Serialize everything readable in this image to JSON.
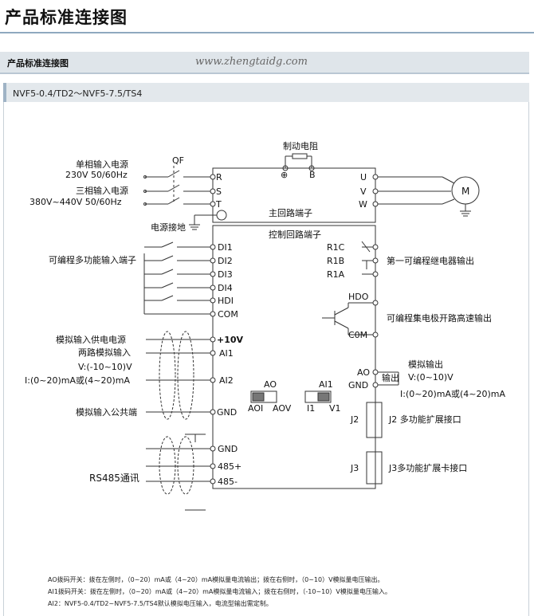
{
  "header": {
    "page_title": "产品标准连接图",
    "section_label": "产品标准连接图",
    "watermark": "www.zhengtaidg.com",
    "model_label": "NVF5-0.4/TD2～NVF5-7.5/TS4"
  },
  "diagram": {
    "brake_resistor": "制动电阻",
    "brake_b": "B",
    "brake_plus": "⊕",
    "qf": "QF",
    "single_phase_1": "单相输入电源",
    "single_phase_2": "230V 50/60Hz",
    "three_phase_1": "三相输入电源",
    "three_phase_2": "380V~440V 50/60Hz",
    "term_r": "R",
    "term_s": "S",
    "term_t": "T",
    "term_u": "U",
    "term_v": "V",
    "term_w": "W",
    "motor": "M",
    "main_circuit": "主回路端子",
    "power_ground": "电源接地",
    "control_circuit": "控制回路端子",
    "multi_input": "可编程多功能输入端子",
    "di1": "DI1",
    "di2": "DI2",
    "di3": "DI3",
    "di4": "DI4",
    "hdi": "HDI",
    "com": "COM",
    "r1c": "R1C",
    "r1b": "R1B",
    "r1a": "R1A",
    "relay_out": "第一可编程继电器输出",
    "hdo": "HDO",
    "com2": "C0M",
    "hs_out": "可编程集电极开路高速输出",
    "analog_supply": "模拟输入供电电源",
    "p10v": "+10V",
    "ai1": "AI1",
    "ai2": "AI2",
    "gnd": "GND",
    "two_analog": "两路模拟输入",
    "two_analog_v": "V:(-10~10)V",
    "two_analog_i": "I:(0~20)mA或(4~20)mA",
    "analog_common": "模拟输入公共端",
    "ao": "AO",
    "ao_sw": "AO",
    "aoi": "AOI",
    "aov": "AOV",
    "ai1_sw": "AI1",
    "i1": "I1",
    "v1": "V1",
    "analog_output": "模拟输出",
    "output_word": "输出",
    "ao_v": "V:(0~10)V",
    "ao_i": "I:(0~20)mA或(4~20)mA",
    "j2": "J2",
    "j2_desc": "J2 多功能扩展接口",
    "j3": "J3",
    "j3_desc": "J3多功能扩展卡接口",
    "gnd2": "GND",
    "p485p": "485+",
    "p485n": "485-",
    "rs485": "RS485通讯"
  },
  "notes": [
    "AO拨码开关：拨在左侧时，（0~20）mA或（4~20）mA模拟量电流输出；拨在右侧时，（0~10）V模拟量电压输出。",
    "AI1拨码开关：拨在左侧时，（0~20）mA或（4~20）mA模拟量电流输入；拨在右侧时，（-10~10）V模拟量电压输入。",
    "AI2：NVF5-0.4/TD2~NVF5-7.5/TS4默认模拟电压输入，电流型输出需定制。"
  ]
}
